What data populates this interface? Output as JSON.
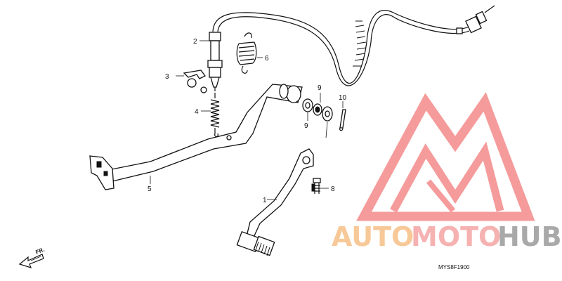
{
  "callouts": [
    {
      "id": "1",
      "text": "1"
    },
    {
      "id": "2",
      "text": "2"
    },
    {
      "id": "3",
      "text": "3"
    },
    {
      "id": "4",
      "text": "4"
    },
    {
      "id": "5",
      "text": "5"
    },
    {
      "id": "6",
      "text": "6"
    },
    {
      "id": "8",
      "text": "8"
    },
    {
      "id": "9a",
      "text": "9"
    },
    {
      "id": "9b",
      "text": "9"
    },
    {
      "id": "10",
      "text": "10"
    }
  ],
  "direction_marker": {
    "text": "FR.",
    "icon": "front-arrow-icon"
  },
  "diagram_code": "MYS8F1900",
  "watermark": {
    "logo_icon": "triangle-m-logo-icon",
    "word_auto": "AUTO",
    "word_moto": "MOTO",
    "word_hub": "HUB",
    "colors": {
      "auto": "#f6bf86",
      "moto": "#f5a3a3",
      "hub": "#9a9a9a",
      "logo": "#f27a7a"
    }
  }
}
